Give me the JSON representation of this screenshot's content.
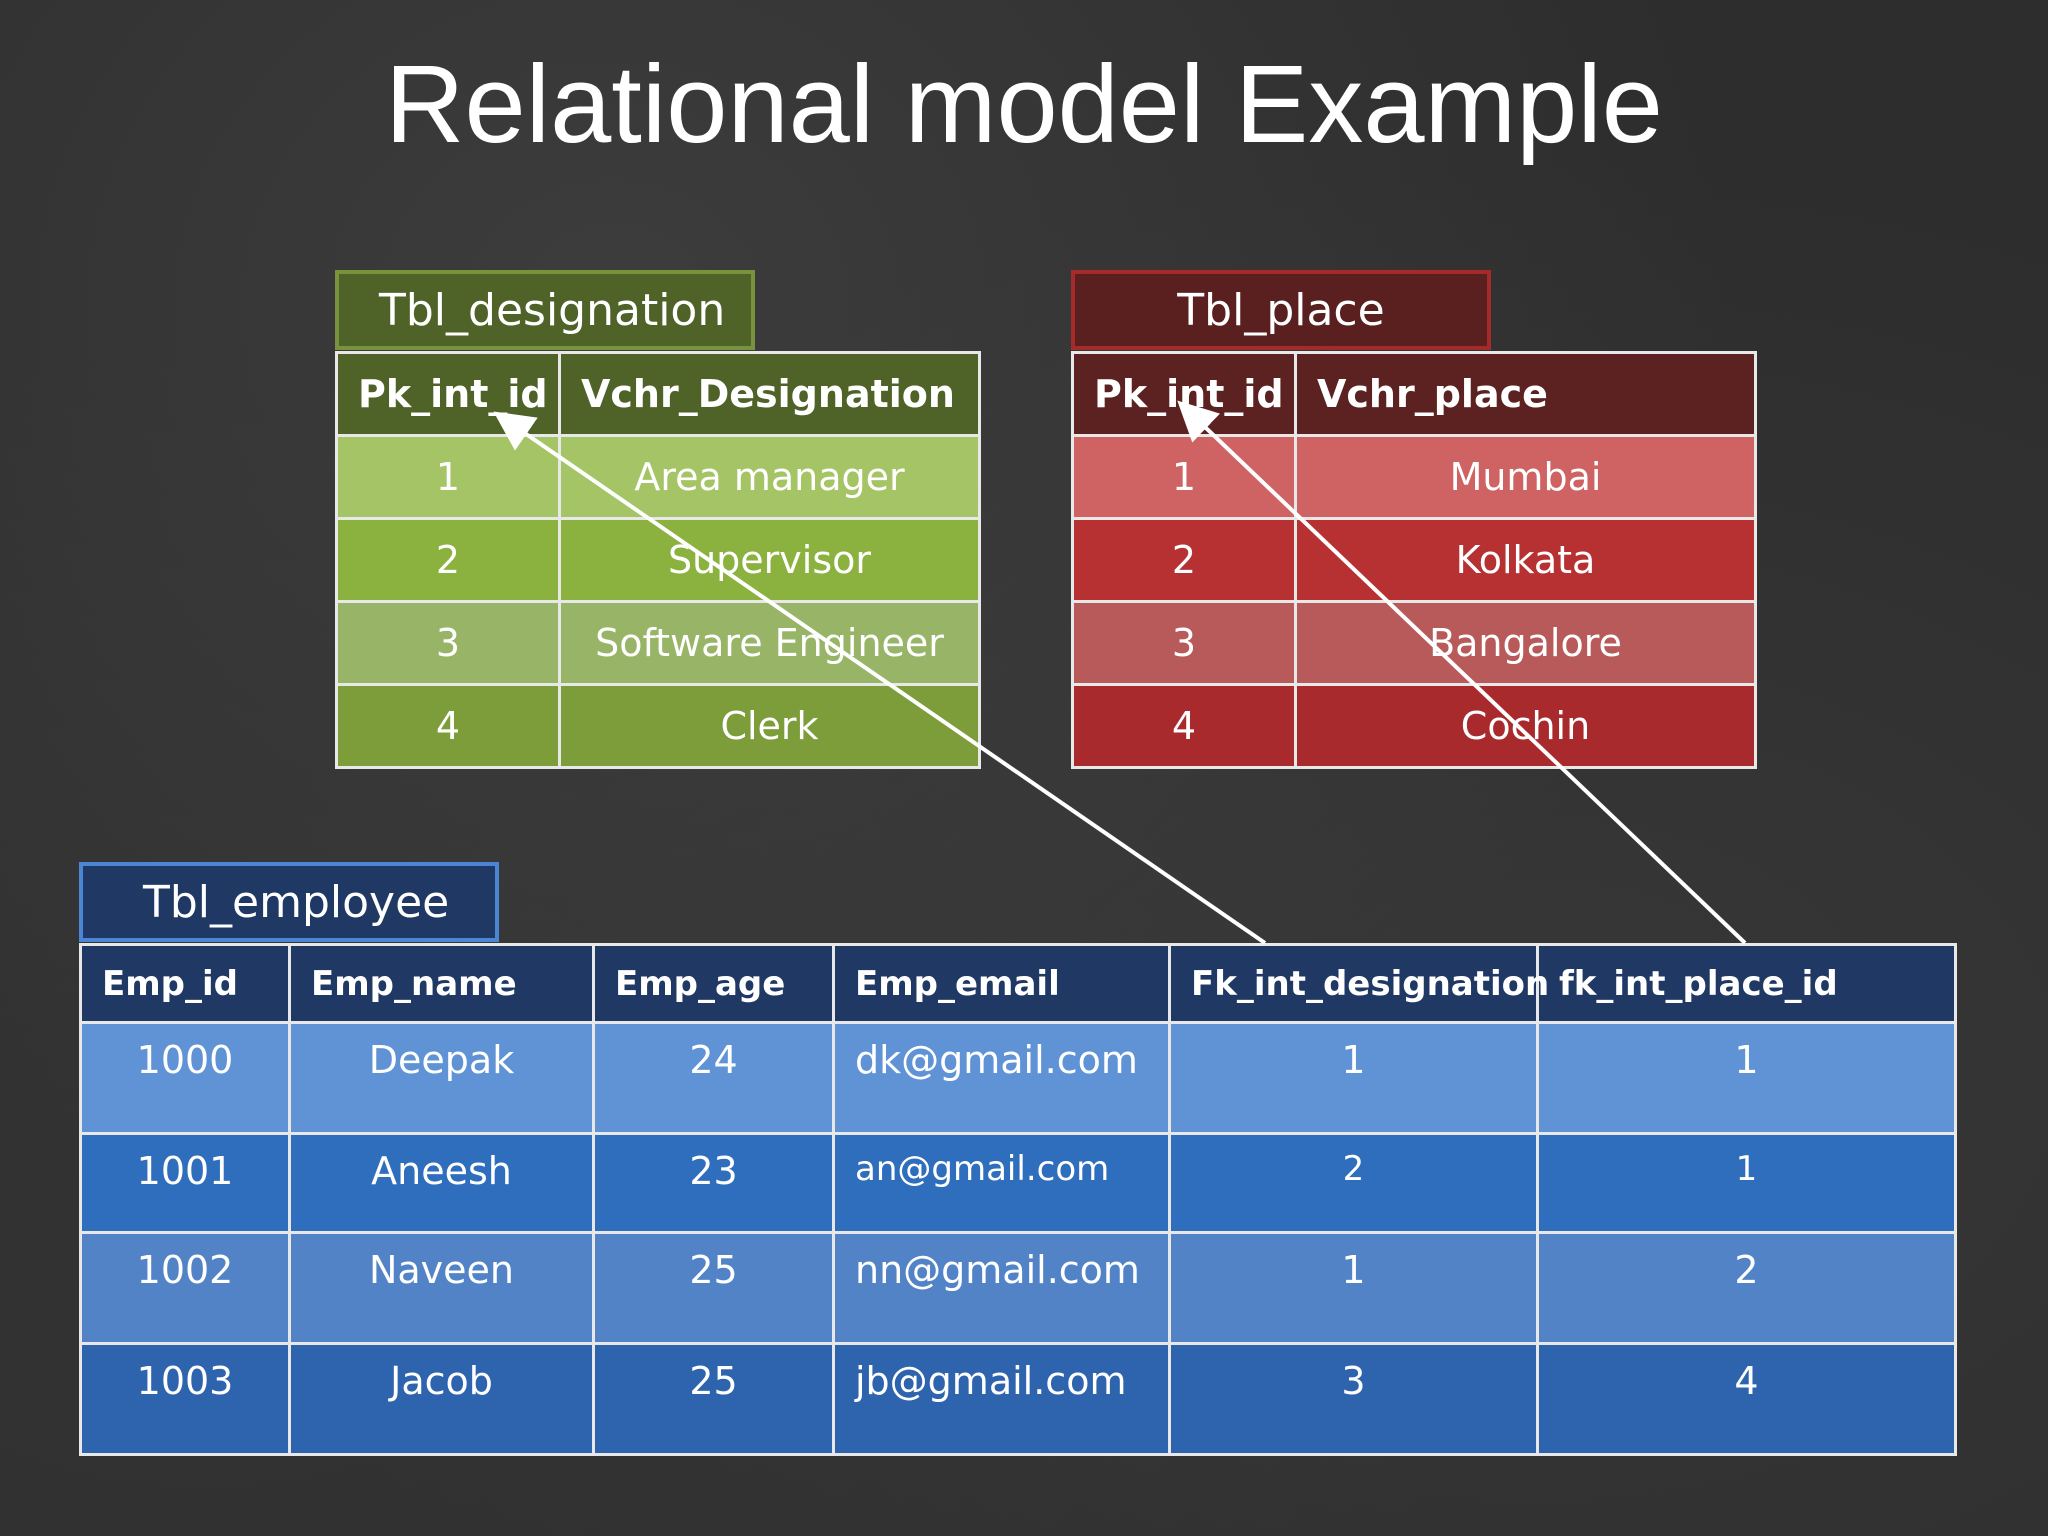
{
  "title": "Relational model Example",
  "designation": {
    "name": "Tbl_designation",
    "headers": [
      "Pk_int_id",
      "Vchr_Designation"
    ],
    "rows": [
      [
        "1",
        "Area manager"
      ],
      [
        "2",
        "Supervisor"
      ],
      [
        "3",
        "Software Engineer"
      ],
      [
        "4",
        "Clerk"
      ]
    ]
  },
  "place": {
    "name": "Tbl_place",
    "headers": [
      "Pk_int_id",
      "Vchr_place"
    ],
    "rows": [
      [
        "1",
        "Mumbai"
      ],
      [
        "2",
        "Kolkata"
      ],
      [
        "3",
        "Bangalore"
      ],
      [
        "4",
        "Cochin"
      ]
    ]
  },
  "employee": {
    "name": "Tbl_employee",
    "headers": [
      "Emp_id",
      "Emp_name",
      "Emp_age",
      "Emp_email",
      "Fk_int_designation",
      "fk_int_place_id"
    ],
    "rows": [
      [
        "1000",
        "Deepak",
        "24",
        "dk@gmail.com",
        "1",
        "1"
      ],
      [
        "1001",
        "Aneesh",
        "23",
        "an@gmail.com",
        "2",
        "1"
      ],
      [
        "1002",
        "Naveen",
        "25",
        "nn@gmail.com",
        "1",
        "2"
      ],
      [
        "1003",
        "Jacob",
        "25",
        "jb@gmail.com",
        "3",
        "4"
      ]
    ]
  },
  "colors": {
    "background": "#2d2d2d",
    "designation_header": "#4f6228",
    "place_header": "#5c2222",
    "employee_header": "#1f3864",
    "arrow": "#ffffff"
  }
}
